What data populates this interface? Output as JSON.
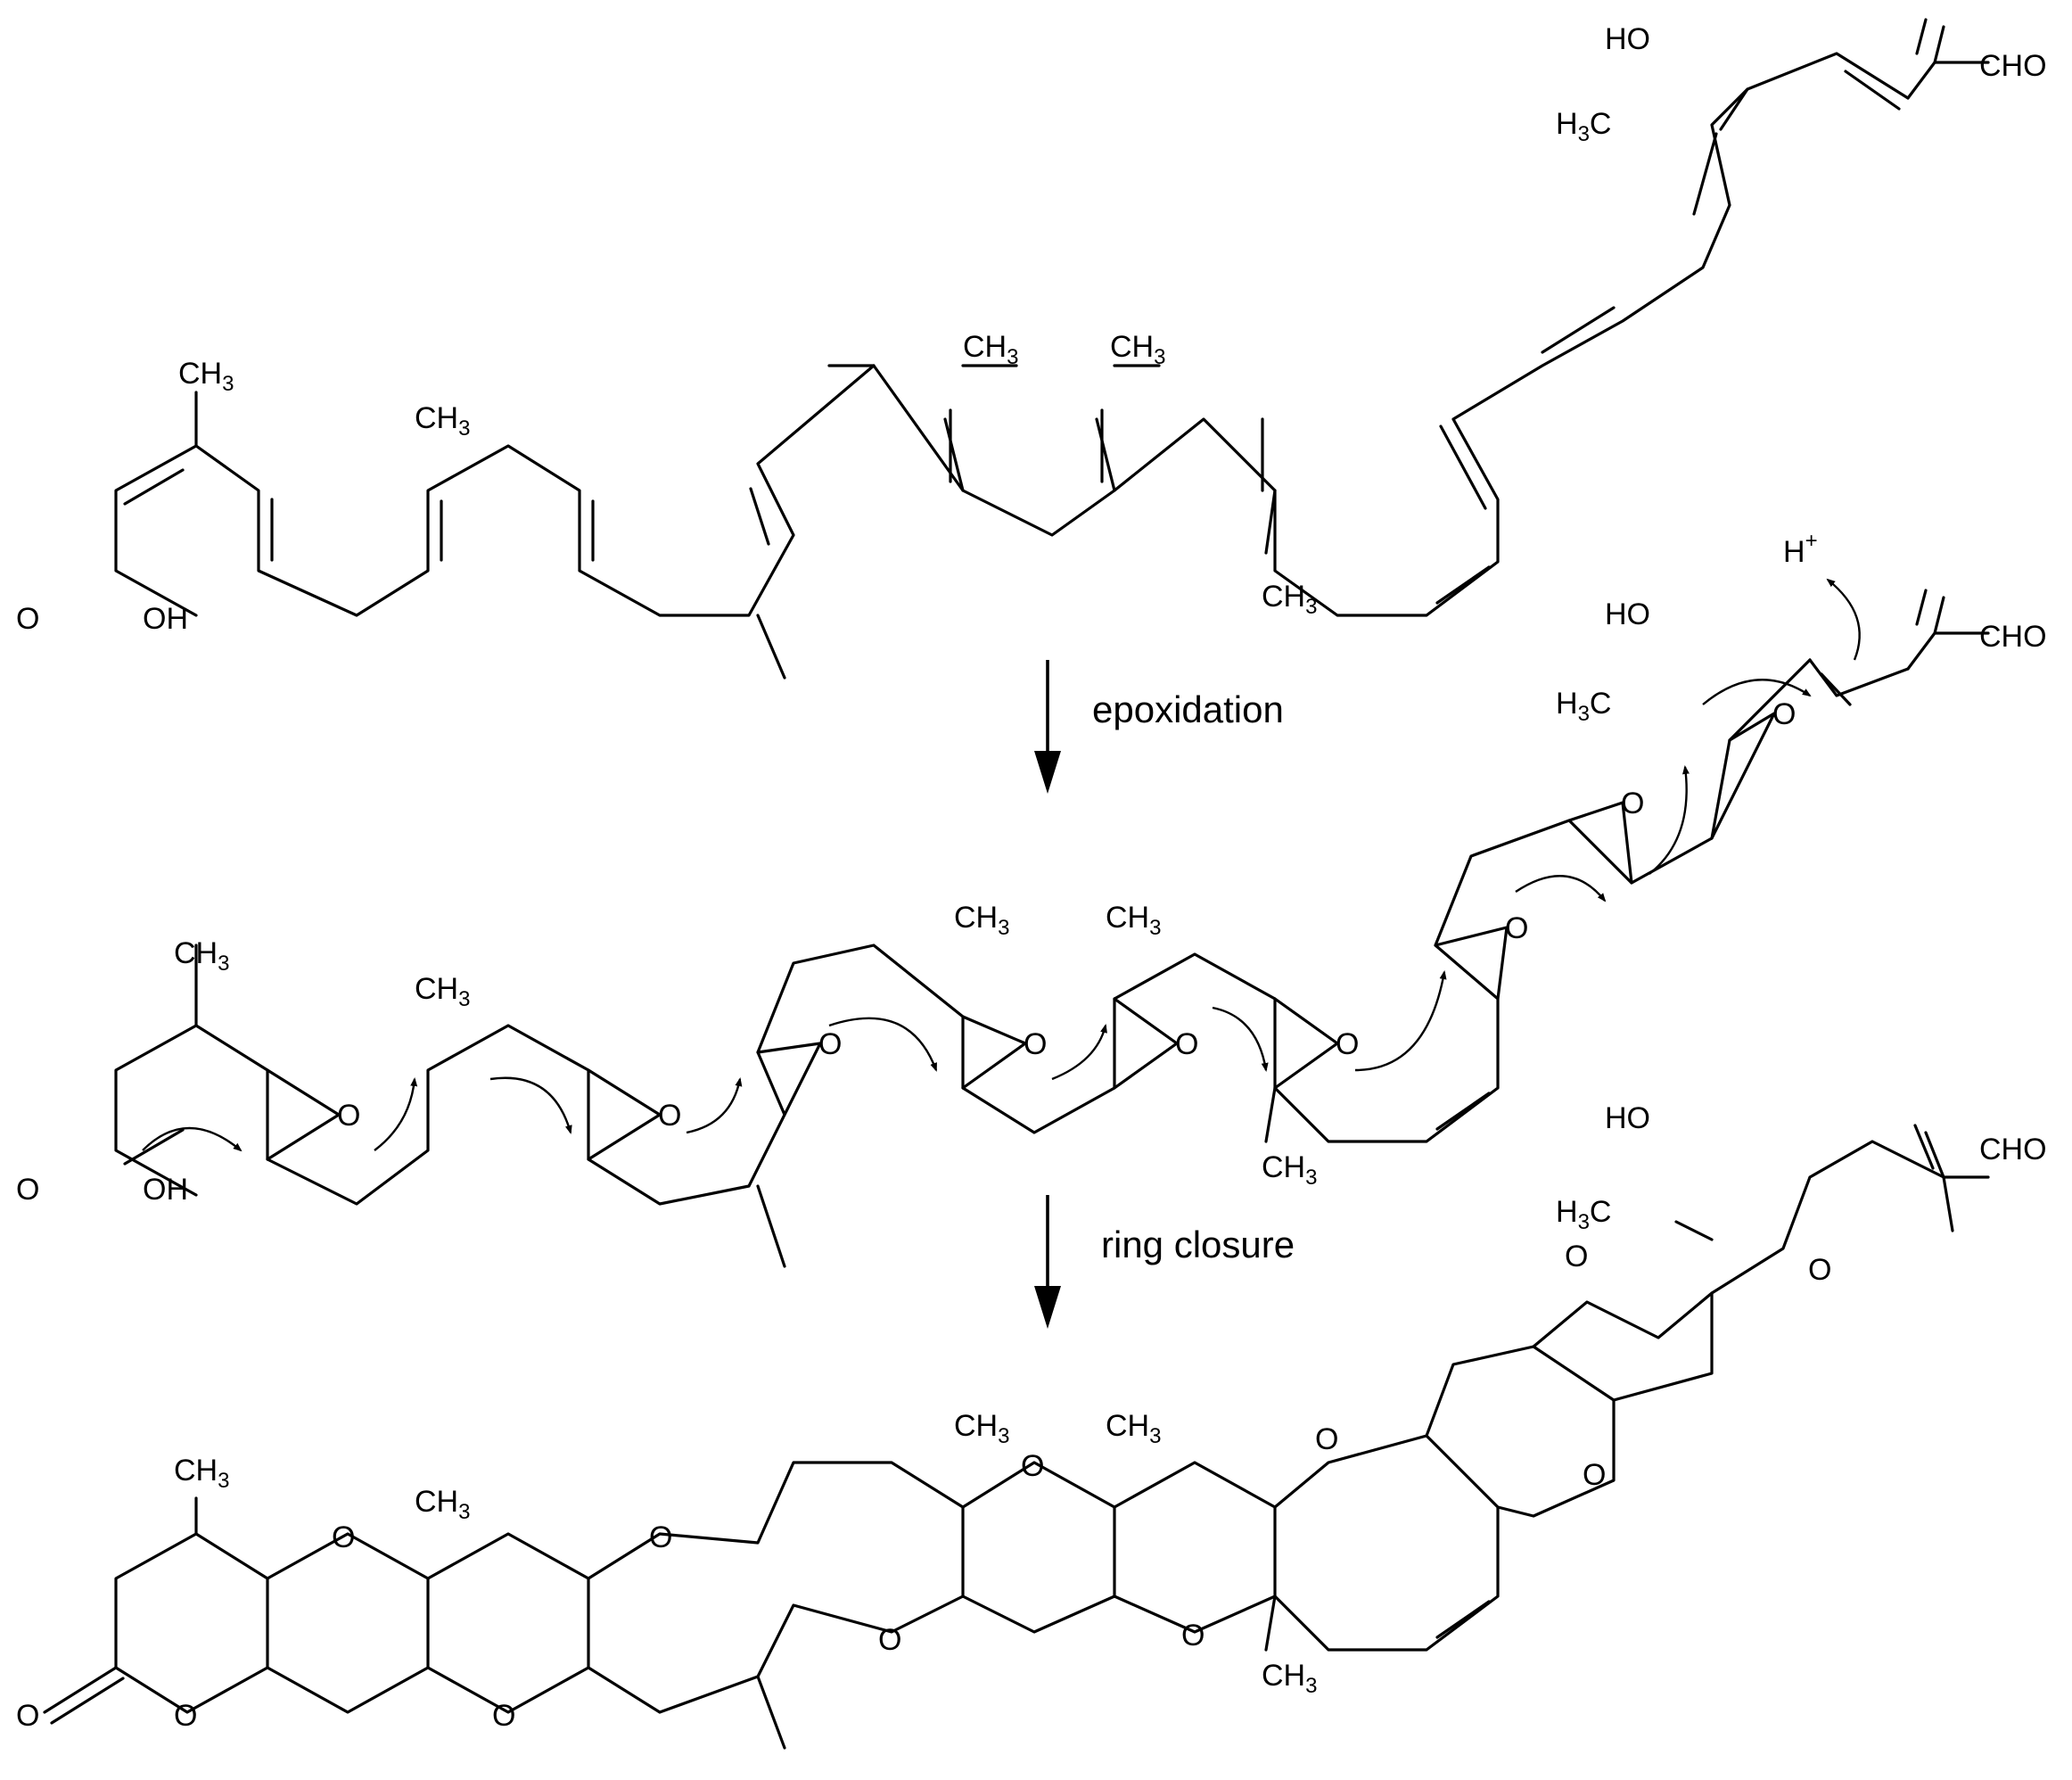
{
  "steps": {
    "step_1": "epoxidation",
    "step_2": "ring closure"
  },
  "atoms": {
    "methyl": "CH",
    "methyl_sub": "3",
    "methyl_left": "H",
    "hydroxyl": "HO",
    "aldehyde": "CHO",
    "acid_o": "O",
    "acid_oh": "OH",
    "oxygen": "O",
    "proton": "H",
    "proton_charge": "+"
  }
}
